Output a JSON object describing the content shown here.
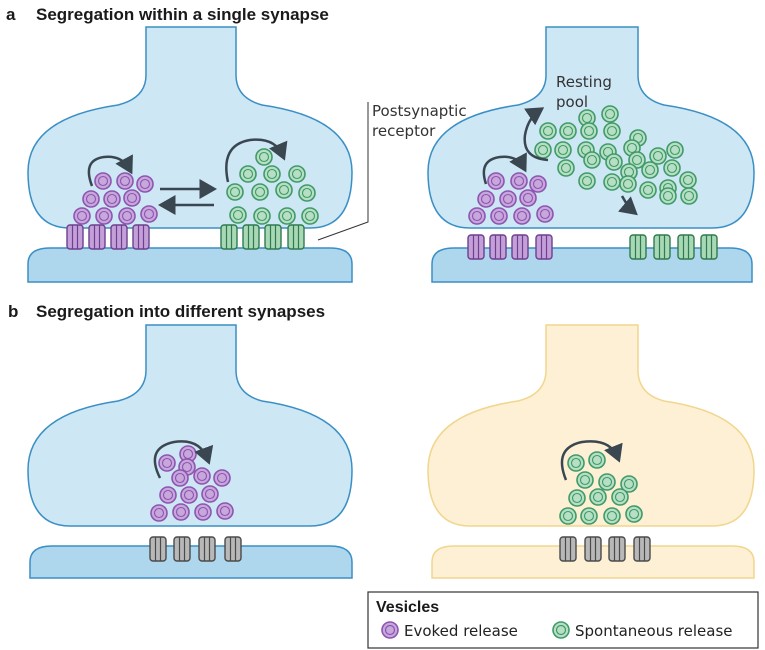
{
  "panels": {
    "a": {
      "label": "a",
      "title": "Segregation within a single synapse"
    },
    "b": {
      "label": "b",
      "title": "Segregation into different synapses"
    }
  },
  "annotations": {
    "postsynaptic_receptor": [
      "Postsynaptic",
      "receptor"
    ],
    "resting_pool": [
      "Resting",
      "pool"
    ]
  },
  "legend": {
    "title": "Vesicles",
    "items": [
      {
        "label": "Evoked release",
        "kind": "evoked"
      },
      {
        "label": "Spontaneous release",
        "kind": "spontaneous"
      }
    ]
  },
  "colors": {
    "terminal_fill": "#cde7f4",
    "terminal_stroke": "#3a8fc4",
    "terminal_alt_fill": "#fdf0d4",
    "terminal_alt_stroke": "#f1d68e",
    "postsynaptic_fill": "#aed6ec",
    "evoked_vesicle": "#c8a7dc",
    "evoked_stroke": "#8d55b0",
    "spontaneous_vesicle": "#b7dfc4",
    "spontaneous_stroke": "#3f9a68",
    "receptor_evoked": "#c4a0d9",
    "receptor_spontaneous": "#a8d8b6",
    "receptor_generic": "#b8b8b8",
    "arrow": "#3a4650"
  }
}
